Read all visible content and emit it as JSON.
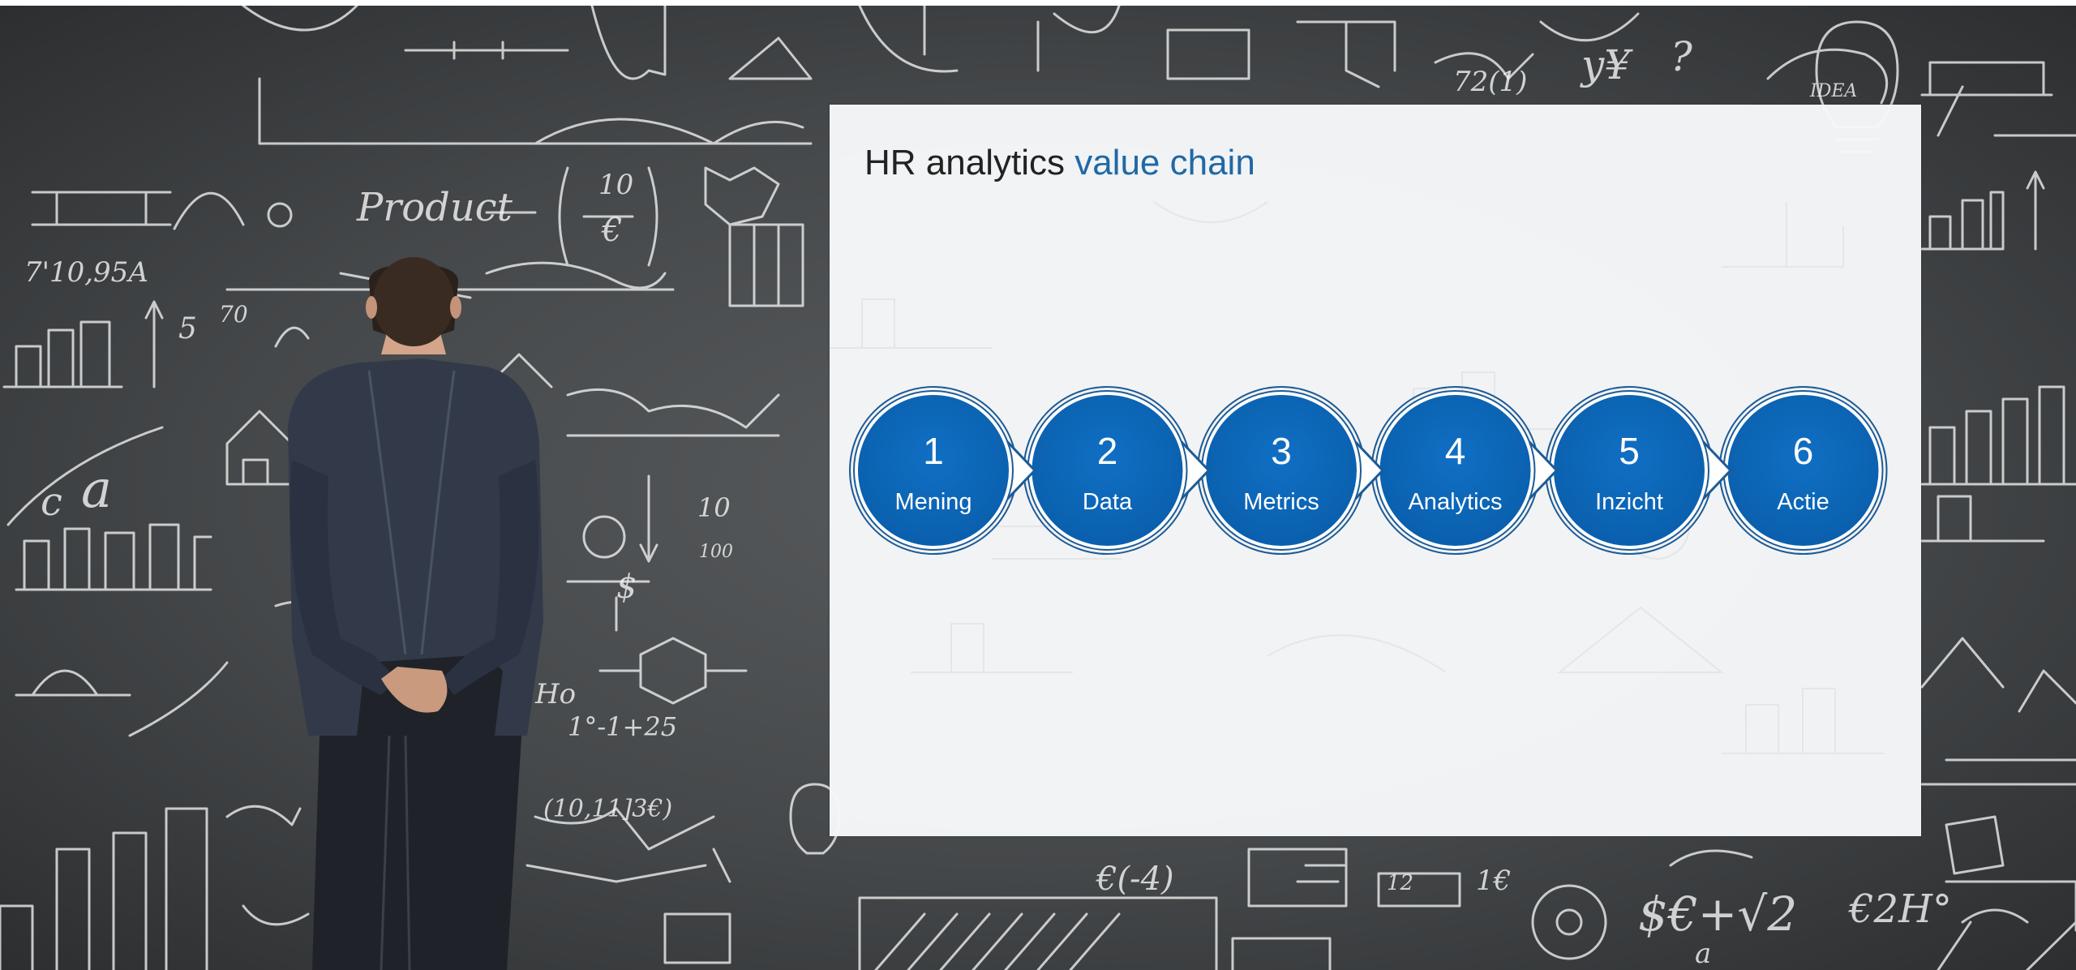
{
  "slide": {
    "title_plain": "HR analytics",
    "title_accent": "value chain"
  },
  "value_chain": {
    "steps": [
      {
        "number": "1",
        "label": "Mening"
      },
      {
        "number": "2",
        "label": "Data"
      },
      {
        "number": "3",
        "label": "Metrics"
      },
      {
        "number": "4",
        "label": "Analytics"
      },
      {
        "number": "5",
        "label": "Inzicht"
      },
      {
        "number": "6",
        "label": "Actie"
      }
    ]
  },
  "background": {
    "blackboard_text": [
      "Product",
      "IDEA",
      "10",
      "€",
      "7'10,95A",
      "5",
      "70",
      "a",
      "c",
      "10",
      "100",
      "$",
      "€(-4)",
      "12",
      "1€",
      "$€+√2",
      "a",
      "€2H°",
      "72(1)",
      "y¥",
      "?",
      "Ho",
      "1°-1+25",
      "(10,11]3€)"
    ]
  },
  "colors": {
    "accent": "#1f69a6",
    "circle_fill": "#0b66b8",
    "card": "#f6f7f8",
    "board": "#4a4d50"
  }
}
